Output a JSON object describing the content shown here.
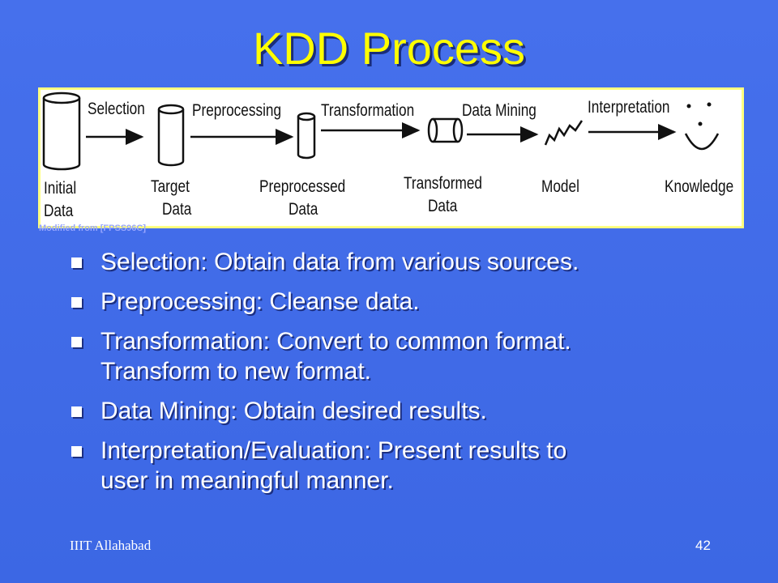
{
  "title": "KDD Process",
  "diagram": {
    "arrow_labels": [
      "Selection",
      "Preprocessing",
      "Transformation",
      "Data Mining",
      "Interpretation"
    ],
    "stage_labels": {
      "initial": [
        "Initial",
        "Data"
      ],
      "target": [
        "Target",
        "Data"
      ],
      "preprocessed": [
        "Preprocessed",
        "Data"
      ],
      "transformed": [
        "Transformed",
        "Data"
      ],
      "model": [
        "Model"
      ],
      "knowledge": [
        "Knowledge"
      ]
    },
    "credit": "Modified from [FPSS96C]"
  },
  "bullets": [
    {
      "lines": [
        "Selection: Obtain data from various sources."
      ]
    },
    {
      "lines": [
        "Preprocessing:  Cleanse data."
      ]
    },
    {
      "lines": [
        "Transformation: Convert to common format.",
        "Transform to new format."
      ]
    },
    {
      "lines": [
        "Data Mining:  Obtain desired results."
      ]
    },
    {
      "lines": [
        "Interpretation/Evaluation:  Present results to",
        "user in meaningful manner."
      ]
    }
  ],
  "footer": {
    "left": "IIIT Allahabad",
    "page": "42"
  },
  "colors": {
    "background": "#3F6BE8",
    "title": "#FFFF00",
    "text": "#FFFFFF",
    "diagram_border": "#FFFF80"
  }
}
